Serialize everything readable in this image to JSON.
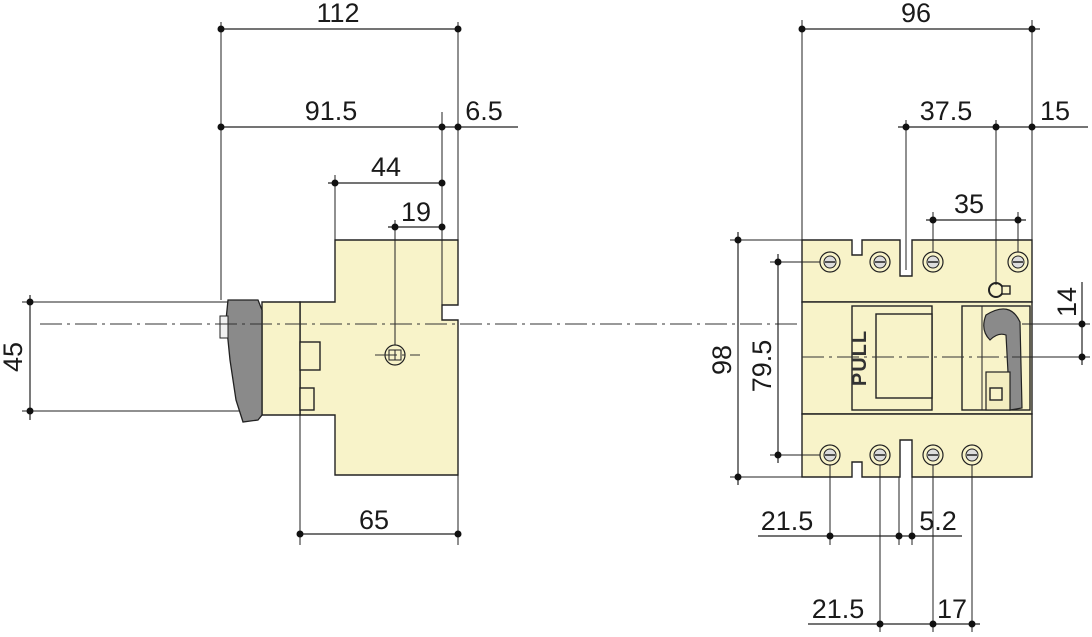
{
  "dimensions": {
    "left_total_depth": "112",
    "left_depth_to_rail": "91.5",
    "left_rail_offset": "6.5",
    "left_front_depth": "44",
    "left_terminal_offset": "19",
    "left_base_depth": "65",
    "left_handle_height": "45",
    "right_total_width": "96",
    "right_handle_offset": "37.5",
    "right_edge_offset": "15",
    "right_screw_span_top": "35",
    "right_handle_height": "14",
    "right_total_height": "98",
    "right_terminal_height": "79.5",
    "right_pitch_1": "21.5",
    "right_gap": "5.2",
    "right_pitch_2": "21.5",
    "right_pitch_3": "17"
  },
  "labels": {
    "pull": "PULL"
  },
  "colors": {
    "body": "#f8f3c9",
    "handle": "#8a8a8a",
    "line": "#222222"
  }
}
